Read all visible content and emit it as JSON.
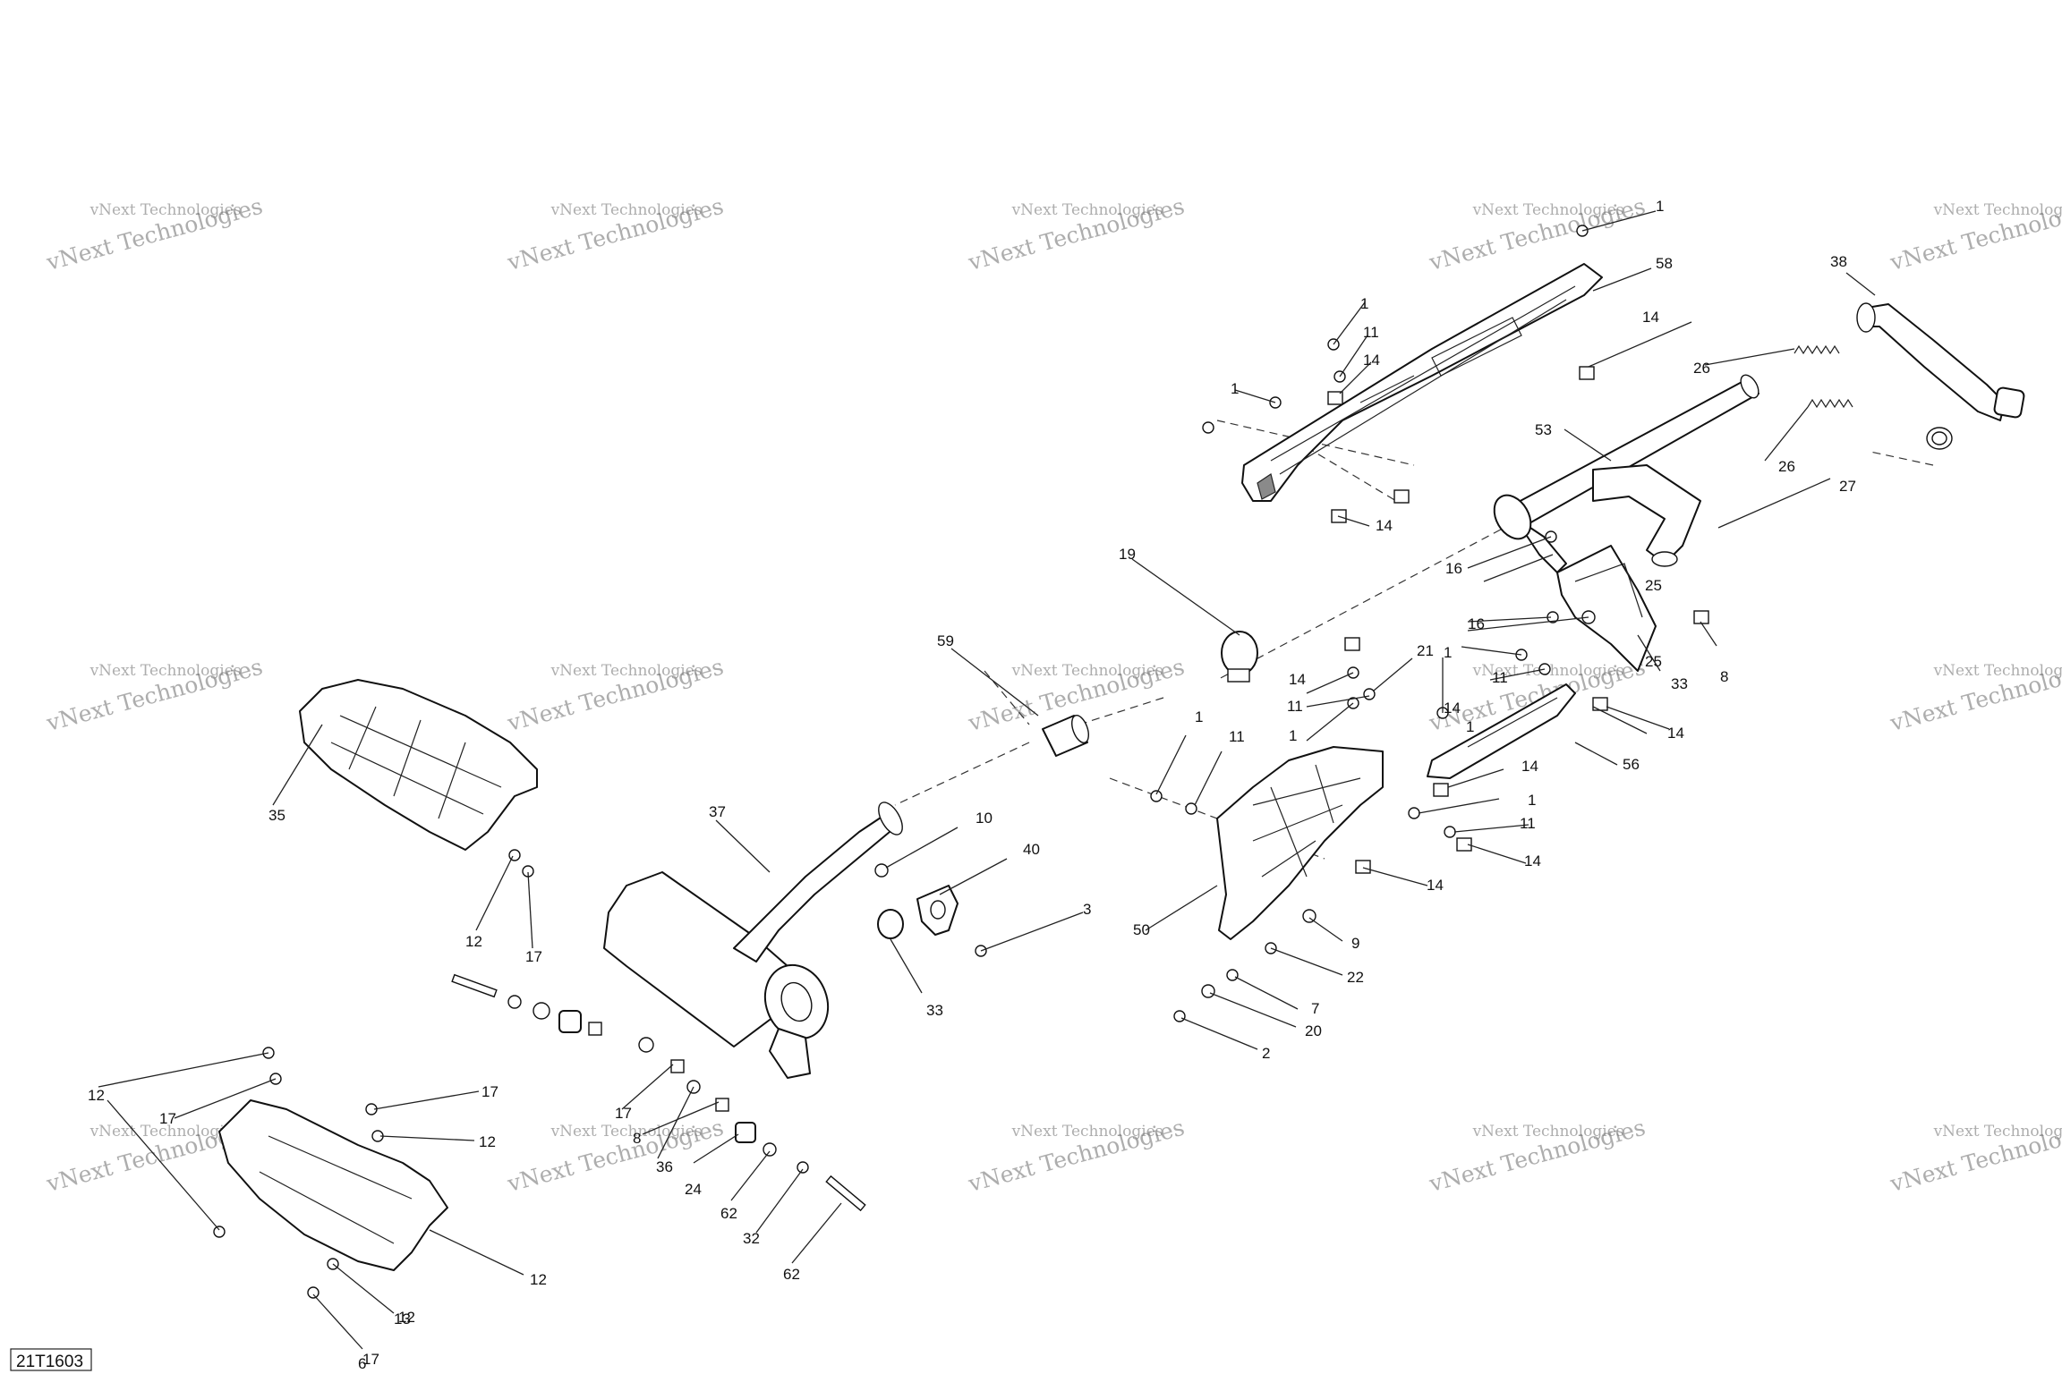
{
  "diagram": {
    "reference_code": "21T1603",
    "watermark_line1": "vNext Technologies",
    "watermark_line2": "vNext Technologies",
    "callouts": [
      "1",
      "1",
      "1",
      "1",
      "1",
      "1",
      "1",
      "1",
      "11",
      "11",
      "11",
      "11",
      "11",
      "14",
      "14",
      "14",
      "14",
      "14",
      "14",
      "14",
      "14",
      "14",
      "58",
      "38",
      "26",
      "26",
      "53",
      "27",
      "19",
      "16",
      "25",
      "16",
      "25",
      "33",
      "8",
      "21",
      "56",
      "59",
      "50",
      "9",
      "22",
      "7",
      "20",
      "2",
      "37",
      "10",
      "40",
      "3",
      "33",
      "35",
      "12",
      "17",
      "12",
      "17",
      "17",
      "12",
      "12",
      "17",
      "12",
      "17",
      "36",
      "8",
      "24",
      "62",
      "32",
      "62",
      "13",
      "6"
    ]
  }
}
